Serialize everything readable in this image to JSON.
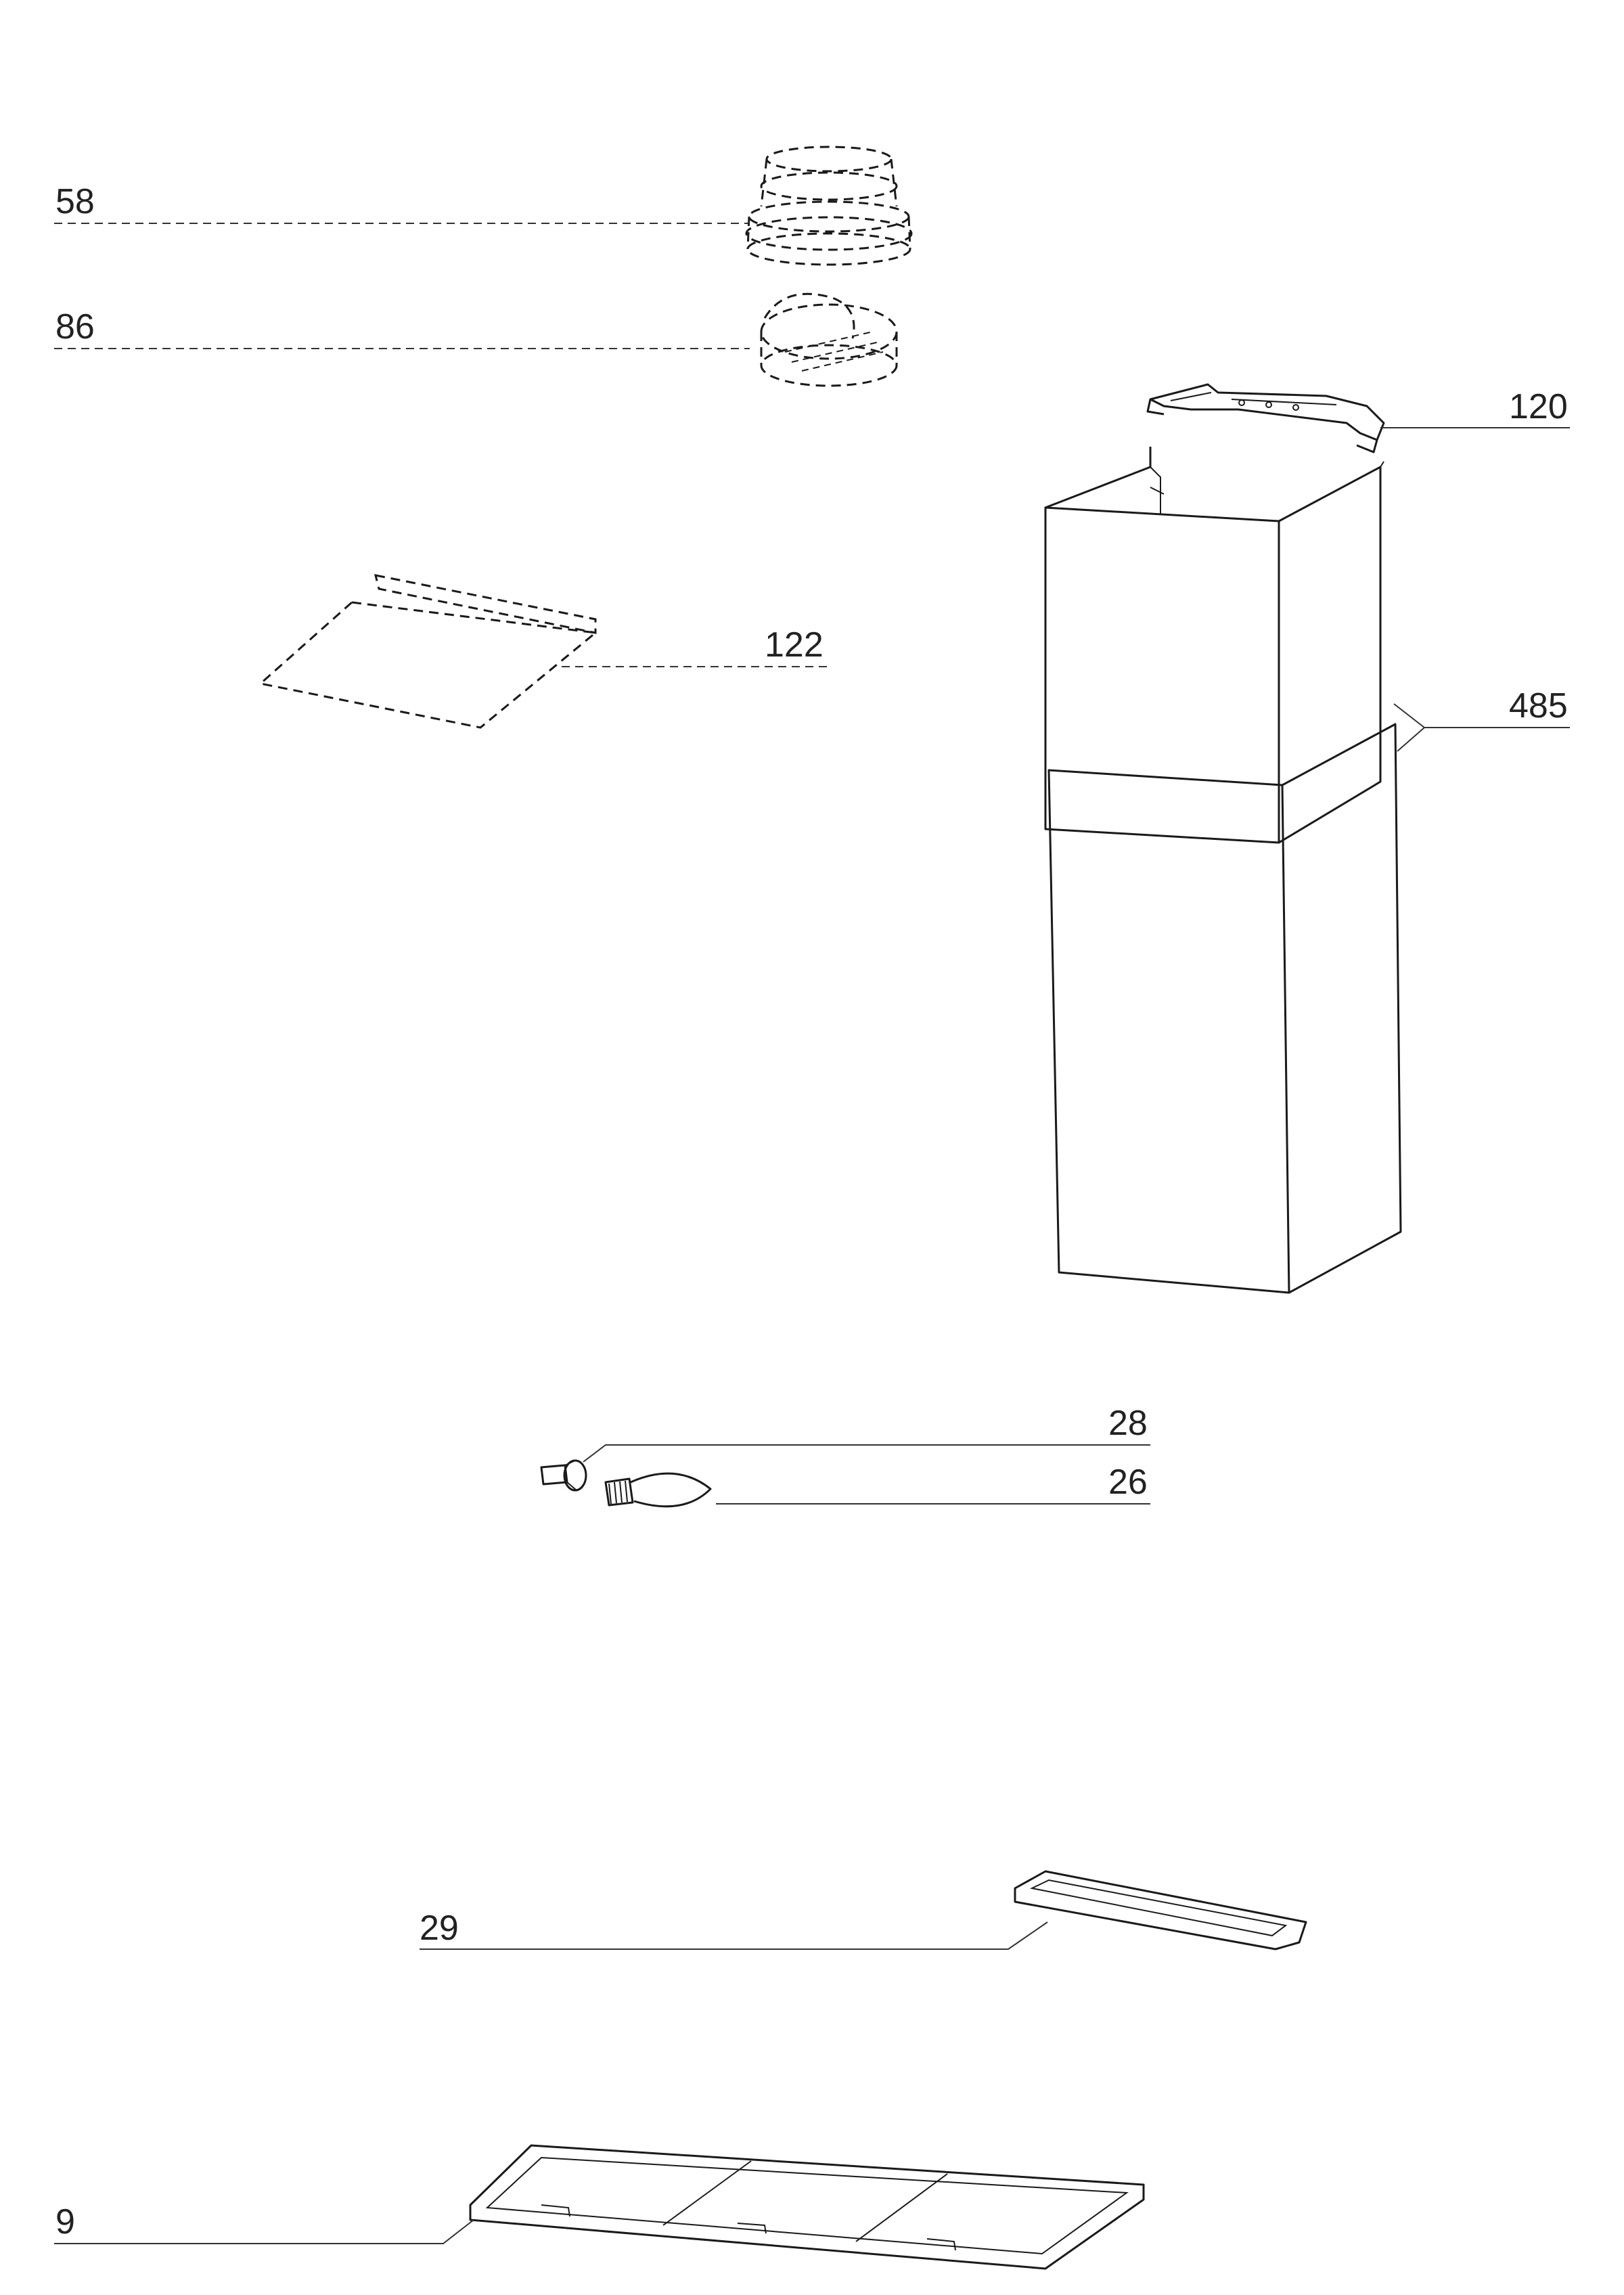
{
  "callouts": {
    "p58": "58",
    "p86": "86",
    "p120": "120",
    "p122": "122",
    "p485": "485",
    "p28": "28",
    "p26": "26",
    "p29": "29",
    "p9": "9"
  }
}
